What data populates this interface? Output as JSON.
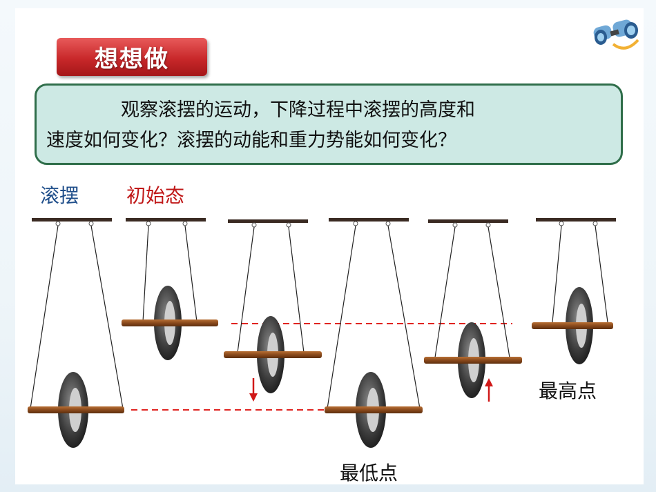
{
  "title": "想想做",
  "question": {
    "line1": "观察滚摆的运动，下降过程中滚摆的高度和",
    "line2": "速度如何变化？滚摆的动能和重力势能如何变化？"
  },
  "labels": {
    "device": "滚摆",
    "initial_state": "初始态",
    "lowest_point": "最低点",
    "highest_point": "最高点"
  },
  "colors": {
    "title_red": "#c8282a",
    "question_fill": "#cde9e4",
    "question_border": "#2f6e4a",
    "device_blue": "#1f4e8a",
    "initial_red": "#c01818",
    "dashed_red": "#e0231f",
    "axle_brown": "#8a4a1c"
  },
  "icons": {
    "corner": "binoculars-icon",
    "down": "down-arrow-icon",
    "up": "up-arrow-icon"
  }
}
